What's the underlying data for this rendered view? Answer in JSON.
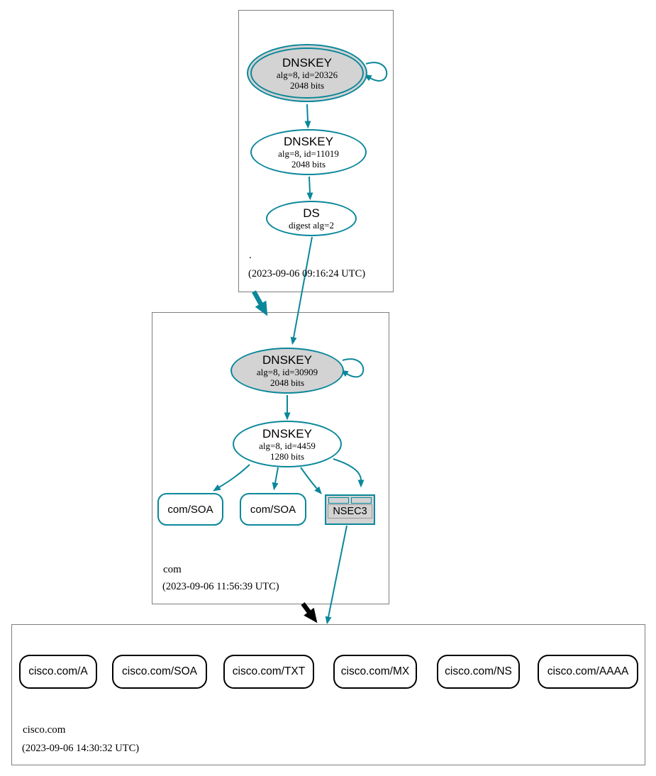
{
  "diagram": {
    "type": "dnssec-authentication-chain",
    "colors": {
      "secure_edge": "#0a879a",
      "insecure_edge": "#000000",
      "key_node_fill": "#d3d3d3",
      "zone_box_border": "#7f7f7f"
    },
    "zones": {
      "root": {
        "name": ".",
        "timestamp": "(2023-09-06 09:16:24 UTC)"
      },
      "com": {
        "name": "com",
        "timestamp": "(2023-09-06 11:56:39 UTC)"
      },
      "cisco": {
        "name": "cisco.com",
        "timestamp": "(2023-09-06 14:30:32 UTC)"
      }
    },
    "nodes": {
      "root_ksk": {
        "type": "DNSKEY",
        "detail1": "alg=8, id=20326",
        "detail2": "2048 bits"
      },
      "root_zsk": {
        "type": "DNSKEY",
        "detail1": "alg=8, id=11019",
        "detail2": "2048 bits"
      },
      "root_ds": {
        "type": "DS",
        "detail1": "digest alg=2"
      },
      "com_ksk": {
        "type": "DNSKEY",
        "detail1": "alg=8, id=30909",
        "detail2": "2048 bits"
      },
      "com_zsk": {
        "type": "DNSKEY",
        "detail1": "alg=8, id=4459",
        "detail2": "1280 bits"
      },
      "com_soa_1": {
        "label": "com/SOA"
      },
      "com_soa_2": {
        "label": "com/SOA"
      },
      "nsec3": {
        "label": "NSEC3"
      },
      "cisco_rrsets": [
        {
          "label": "cisco.com/A"
        },
        {
          "label": "cisco.com/SOA"
        },
        {
          "label": "cisco.com/TXT"
        },
        {
          "label": "cisco.com/MX"
        },
        {
          "label": "cisco.com/NS"
        },
        {
          "label": "cisco.com/AAAA"
        }
      ]
    }
  }
}
